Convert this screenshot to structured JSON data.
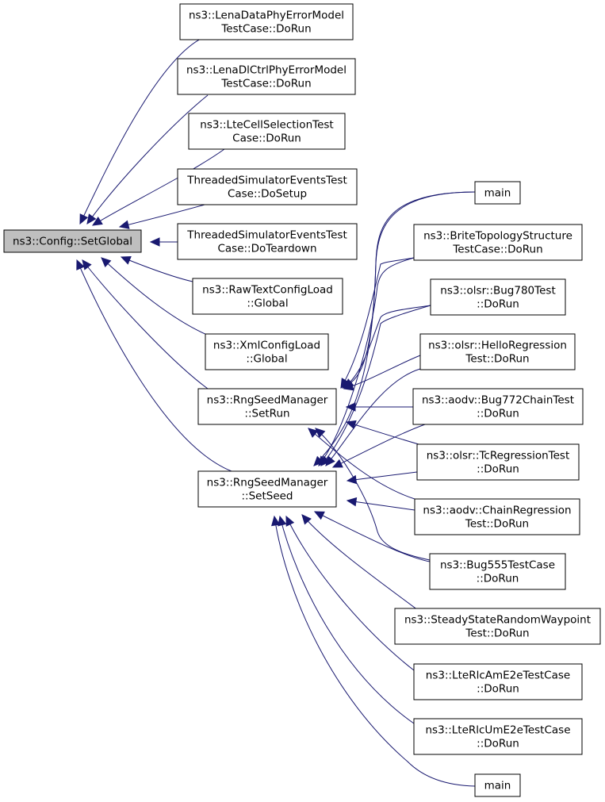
{
  "graph": {
    "focus": "setglobal",
    "colors": {
      "edge": "#191970",
      "node_border": "#000000",
      "focus_fill": "#bfbfbf",
      "node_fill": "#ffffff"
    },
    "nodes": [
      {
        "id": "setglobal",
        "lines": [
          "ns3::Config::SetGlobal"
        ]
      },
      {
        "id": "lena-data",
        "lines": [
          "ns3::LenaDataPhyErrorModel",
          "TestCase::DoRun"
        ]
      },
      {
        "id": "lena-dlctrl",
        "lines": [
          "ns3::LenaDlCtrlPhyErrorModel",
          "TestCase::DoRun"
        ]
      },
      {
        "id": "lte-cellsel",
        "lines": [
          "ns3::LteCellSelectionTest",
          "Case::DoRun"
        ]
      },
      {
        "id": "threaded-setup",
        "lines": [
          "ThreadedSimulatorEventsTest",
          "Case::DoSetup"
        ]
      },
      {
        "id": "threaded-teardown",
        "lines": [
          "ThreadedSimulatorEventsTest",
          "Case::DoTeardown"
        ]
      },
      {
        "id": "rawtext",
        "lines": [
          "ns3::RawTextConfigLoad",
          "::Global"
        ]
      },
      {
        "id": "xml",
        "lines": [
          "ns3::XmlConfigLoad",
          "::Global"
        ]
      },
      {
        "id": "setrun",
        "lines": [
          "ns3::RngSeedManager",
          "::SetRun"
        ]
      },
      {
        "id": "setseed",
        "lines": [
          "ns3::RngSeedManager",
          "::SetSeed"
        ]
      },
      {
        "id": "main1",
        "lines": [
          "main"
        ]
      },
      {
        "id": "brite",
        "lines": [
          "ns3::BriteTopologyStructure",
          "TestCase::DoRun"
        ]
      },
      {
        "id": "bug780",
        "lines": [
          "ns3::olsr::Bug780Test",
          "::DoRun"
        ]
      },
      {
        "id": "hello",
        "lines": [
          "ns3::olsr::HelloRegression",
          "Test::DoRun"
        ]
      },
      {
        "id": "bug772",
        "lines": [
          "ns3::aodv::Bug772ChainTest",
          "::DoRun"
        ]
      },
      {
        "id": "tcreg",
        "lines": [
          "ns3::olsr::TcRegressionTest",
          "::DoRun"
        ]
      },
      {
        "id": "chainreg",
        "lines": [
          "ns3::aodv::ChainRegression",
          "Test::DoRun"
        ]
      },
      {
        "id": "bug555",
        "lines": [
          "ns3::Bug555TestCase",
          "::DoRun"
        ]
      },
      {
        "id": "steady",
        "lines": [
          "ns3::SteadyStateRandomWaypoint",
          "Test::DoRun"
        ]
      },
      {
        "id": "rlcam",
        "lines": [
          "ns3::LteRlcAmE2eTestCase",
          "::DoRun"
        ]
      },
      {
        "id": "rlcum",
        "lines": [
          "ns3::LteRlcUmE2eTestCase",
          "::DoRun"
        ]
      },
      {
        "id": "main2",
        "lines": [
          "main"
        ]
      }
    ],
    "edges": [
      {
        "from": "lena-data",
        "to": "setglobal"
      },
      {
        "from": "lena-dlctrl",
        "to": "setglobal"
      },
      {
        "from": "lte-cellsel",
        "to": "setglobal"
      },
      {
        "from": "threaded-setup",
        "to": "setglobal"
      },
      {
        "from": "threaded-teardown",
        "to": "setglobal"
      },
      {
        "from": "rawtext",
        "to": "setglobal"
      },
      {
        "from": "xml",
        "to": "setglobal"
      },
      {
        "from": "setrun",
        "to": "setglobal"
      },
      {
        "from": "setseed",
        "to": "setglobal"
      },
      {
        "from": "main1",
        "to": "setrun"
      },
      {
        "from": "brite",
        "to": "setrun"
      },
      {
        "from": "bug780",
        "to": "setrun"
      },
      {
        "from": "hello",
        "to": "setrun"
      },
      {
        "from": "bug772",
        "to": "setrun"
      },
      {
        "from": "tcreg",
        "to": "setrun"
      },
      {
        "from": "chainreg",
        "to": "setrun"
      },
      {
        "from": "bug555",
        "to": "setrun"
      },
      {
        "from": "main1",
        "to": "setseed"
      },
      {
        "from": "brite",
        "to": "setseed"
      },
      {
        "from": "bug780",
        "to": "setseed"
      },
      {
        "from": "hello",
        "to": "setseed"
      },
      {
        "from": "bug772",
        "to": "setseed"
      },
      {
        "from": "tcreg",
        "to": "setseed"
      },
      {
        "from": "chainreg",
        "to": "setseed"
      },
      {
        "from": "bug555",
        "to": "setseed"
      },
      {
        "from": "steady",
        "to": "setseed"
      },
      {
        "from": "rlcam",
        "to": "setseed"
      },
      {
        "from": "rlcum",
        "to": "setseed"
      },
      {
        "from": "main2",
        "to": "setseed"
      }
    ]
  }
}
